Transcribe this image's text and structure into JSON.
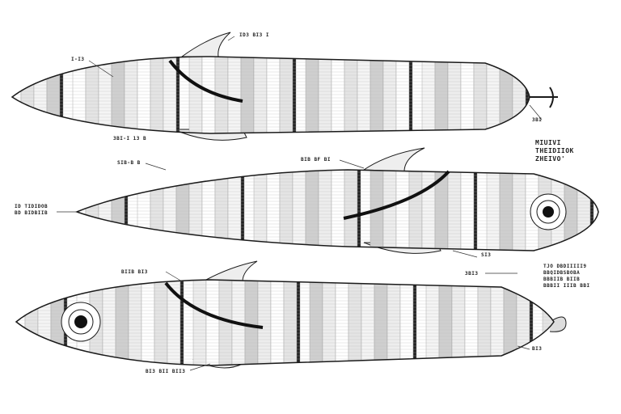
{
  "colors": {
    "ink": "#1a1a1a",
    "paper": "#ffffff",
    "shade": "#d8d8d8"
  },
  "labels": {
    "fish1_top": "ID3 BI3 I",
    "fish1_left": "I-I3",
    "fish1_below": "3BI-I 13 B",
    "fish2_above_left": "SIB-B B",
    "fish2_above_mid": "BIB BF BI",
    "fish2_left": "ID TIDIDOB\nBD BIDBIIB",
    "fish2_left_sub": "BD BIDBIIB",
    "fish2_below": "SI3",
    "right_block1": "MIUIVI\nTHEIDIIOK\nZHEIVO'",
    "right_block2": "TJO DBDIIIII9\nBBQIDBSBOBA\nBBBIIB BIIB\nBBBII IIIB BBI",
    "fish3_top": "BIIB BI3",
    "fish3_below": "BI3 BII BII3",
    "fish3_right": "3BI3",
    "fish3_right_low": "BI3",
    "fish1_right": "3BI"
  }
}
